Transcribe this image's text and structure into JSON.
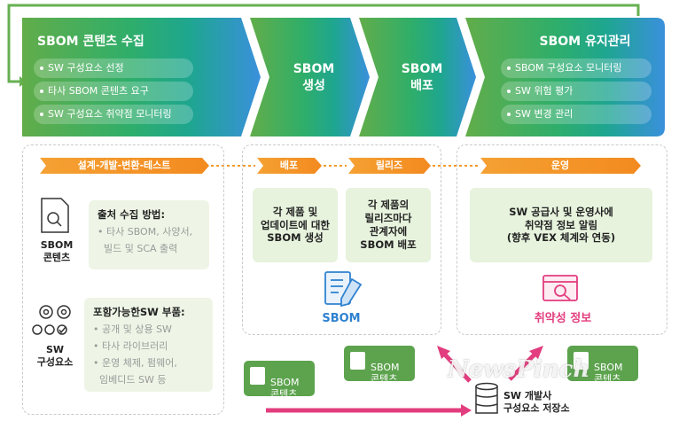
{
  "top_flow": {
    "collect": {
      "title": "SBOM 콘텐츠 수집",
      "items": [
        "SW 구성요소 선정",
        "타사 SBOM 콘텐츠 요구",
        "SW 구성요소 취약점 모니터링"
      ]
    },
    "create": {
      "line1": "SBOM",
      "line2": "생성"
    },
    "deploy": {
      "line1": "SBOM",
      "line2": "배포"
    },
    "maintain": {
      "title": "SBOM 유지관리",
      "items": [
        "SBOM 구성요소 모니터링",
        "SW 위험 평가",
        "SW 변경 관리"
      ]
    }
  },
  "phases": {
    "dev": "설계-개발-변환-테스트",
    "distribute": "배포",
    "release": "릴리즈",
    "operate": "운영"
  },
  "left_panel": {
    "sbom_content_label": "SBOM\n콘텐츠",
    "source_title": "출처 수집 방법:",
    "source_items": [
      "• 타사 SBOM, 사양서,",
      "  빌드 및 SCA 출력"
    ],
    "sw_component_label": "SW\n구성요소",
    "includable_title": "포함가능한SW 부품:",
    "includable_items": [
      "• 공개 및 상용 SW",
      "• 타사 라이브러리",
      "• 운영 체제, 펌웨어,",
      "  임베디드 SW 등"
    ]
  },
  "middle_panel": {
    "card_create": "각 제품 및\n업데이트에 대한\nSBOM 생성",
    "card_release": "각 제품의\n릴리즈마다\n관계자에\nSBOM 배포",
    "sbom_label": "SBOM"
  },
  "right_panel": {
    "card_operate": "SW 공급사 및 운영사에\n취약점 정보 알림\n(향후 VEX 체계와 연동)",
    "vuln_label": "취약성 정보"
  },
  "bottom": {
    "chip_left": "SBOM\n콘텐츠",
    "chip_mid": "SBOM\n콘텐츠",
    "chip_right": "SBOM\n콘텐츠",
    "repo_label": "SW 개발사\n구성요소 저장소",
    "watermark": "NewsPinch"
  },
  "colors": {
    "green": "#5aa84a",
    "teal": "#23a59a",
    "blue": "#3b95dc",
    "orange": "#f6a035",
    "pink": "#e23d7e"
  }
}
